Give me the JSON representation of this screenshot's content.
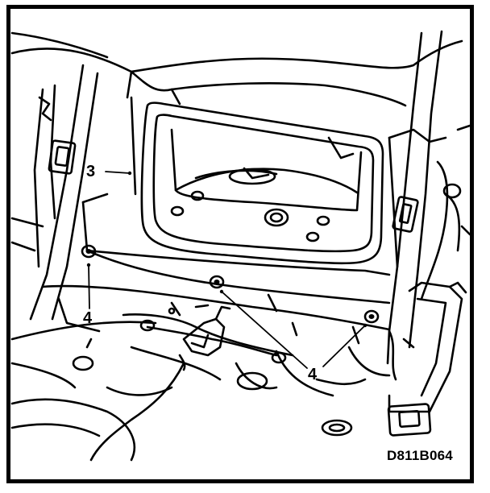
{
  "callouts": {
    "panel": "3",
    "bolt_left": "4",
    "bolt_center_right": "4"
  },
  "figure_code": "D811B064",
  "colors": {
    "ink": "#000000",
    "paper": "#ffffff"
  }
}
